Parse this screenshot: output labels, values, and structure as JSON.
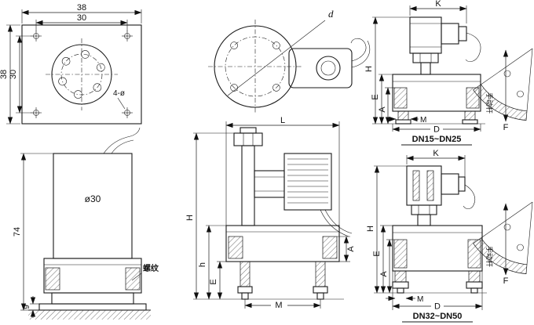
{
  "flange": {
    "top_outer": "38",
    "top_inner": "30",
    "left_outer": "38",
    "left_inner": "30",
    "holes_label": "4-ø"
  },
  "top_view": {
    "d_label": "d"
  },
  "dn15": {
    "k": "K",
    "h": "H",
    "e": "E",
    "a": "A",
    "m": "M",
    "d": "D",
    "caption": "DN15~DN25"
  },
  "fan_top": {
    "vert_label": "手动杆",
    "f": "F"
  },
  "coil_body": {
    "diameter": "ø30",
    "height": "74",
    "base_height": "9",
    "thread_label": "螺纹"
  },
  "front": {
    "l": "L",
    "h_total": "H",
    "h_body": "h",
    "e": "E",
    "a": "A",
    "m": "M"
  },
  "dn32": {
    "k": "K",
    "h": "H",
    "e": "E",
    "a": "A",
    "m": "M",
    "d": "D",
    "caption": "DN32~DN50"
  },
  "fan_bottom": {
    "vert_label": "手动杆",
    "f": "F"
  },
  "colors": {
    "ink": "#1a1a1a",
    "paper": "#ffffff"
  }
}
